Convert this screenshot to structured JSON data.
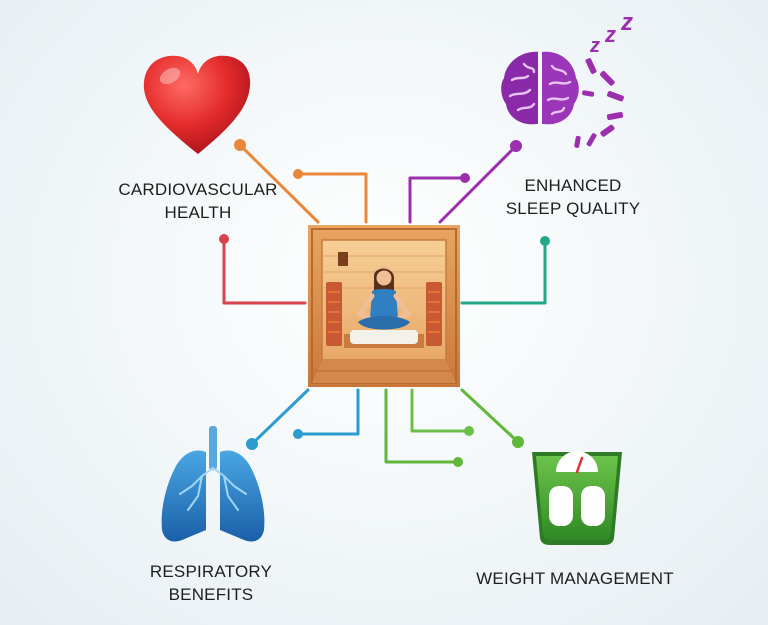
{
  "colors": {
    "cardio": "#e9883a",
    "cardio_left": "#d9424a",
    "sleep": "#9b2fae",
    "sleep_right": "#22a889",
    "respiratory": "#2b9bd0",
    "weight": "#5fb83a",
    "weight_mid": "#6cc04a",
    "heart": "#d61f26",
    "brain": "#8b2aa8",
    "lungs": "#1f6fb8",
    "scale": "#3f9d2f",
    "sauna_wood": "#d98b4a"
  },
  "icons": {
    "heart": "heart-icon",
    "brain": "sleeping-brain-icon",
    "lungs": "lungs-icon",
    "scale": "weight-scale-icon",
    "sauna": "infrared-sauna-illustration"
  },
  "benefits": {
    "cardio": {
      "line1": "CARDIOVASCULAR",
      "line2": "HEALTH"
    },
    "sleep": {
      "line1": "ENHANCED",
      "line2": "SLEEP QUALITY"
    },
    "respiratory": {
      "line1": "RESPIRATORY",
      "line2": "BENEFITS"
    },
    "weight": {
      "line1": "WEIGHT MANAGEMENT"
    }
  }
}
